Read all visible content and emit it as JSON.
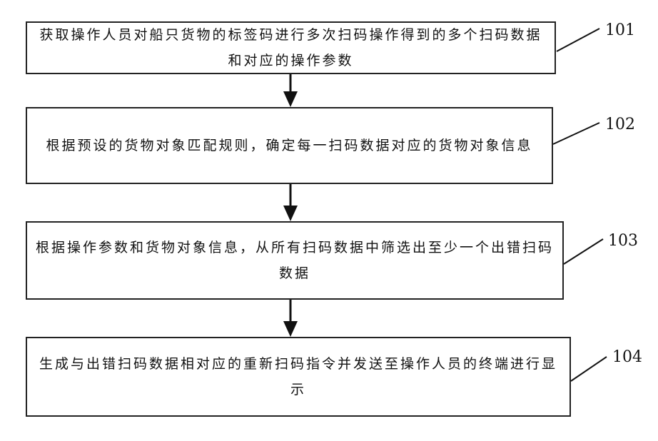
{
  "steps": [
    {
      "label": "101",
      "text": "获取操作人员对船只货物的标签码进行多次扫码操作得到的多个扫码数据和对应的操作参数"
    },
    {
      "label": "102",
      "text": "根据预设的货物对象匹配规则，确定每一扫码数据对应的货物对象信息"
    },
    {
      "label": "103",
      "text": "根据操作参数和货物对象信息，从所有扫码数据中筛选出至少一个出错扫码数据"
    },
    {
      "label": "104",
      "text": "生成与出错扫码数据相对应的重新扫码指令并发送至操作人员的终端进行显示"
    }
  ]
}
